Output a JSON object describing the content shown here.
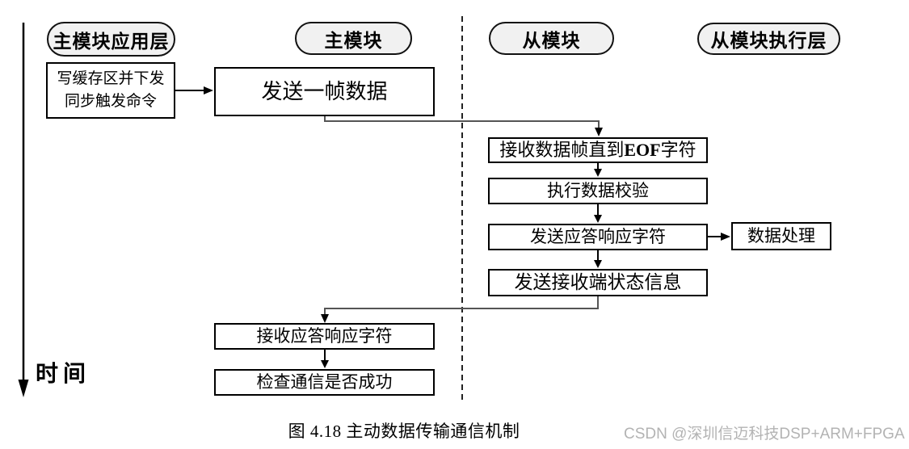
{
  "lanes": {
    "app_layer": "主模块应用层",
    "master": "主模块",
    "slave": "从模块",
    "slave_exec": "从模块执行层"
  },
  "timeline": {
    "label": "时间"
  },
  "nodes": {
    "write_buffer": {
      "line1": "写缓存区并下发",
      "line2": "同步触发命令"
    },
    "send_frame": {
      "label": "发送一帧数据"
    },
    "receive_frame": {
      "pre": "接收数据帧直到",
      "em": "EOF",
      "post": "字符"
    },
    "verify": {
      "label": "执行数据校验"
    },
    "send_ack": {
      "label": "发送应答响应字符"
    },
    "data_process": {
      "label": "数据处理"
    },
    "send_status": {
      "label": "发送接收端状态信息"
    },
    "receive_ack": {
      "label": "接收应答响应字符"
    },
    "check_comm": {
      "label": "检查通信是否成功"
    }
  },
  "caption": "图 4.18 主动数据传输通信机制",
  "watermark": "CSDN @深圳信迈科技DSP+ARM+FPGA",
  "colors": {
    "oval_fill": "#f1f1f1",
    "line": "#000000",
    "transfer_line": "#555555",
    "dashed_separator": "#222222",
    "watermark_text": "#b3b3b3"
  }
}
